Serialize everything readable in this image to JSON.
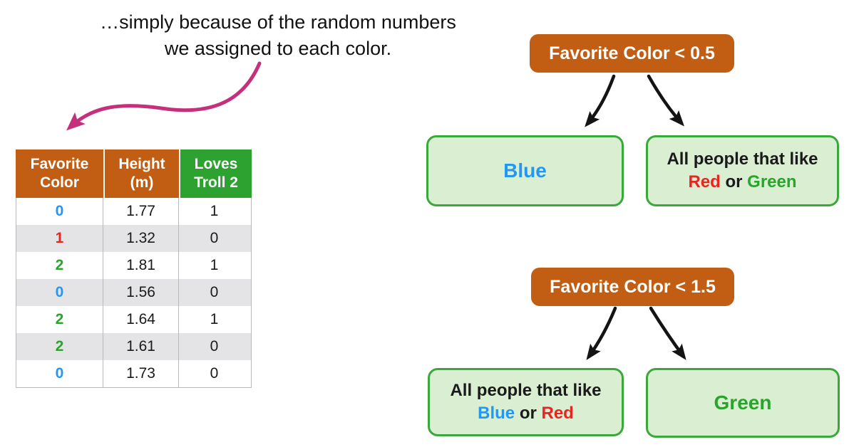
{
  "caption": {
    "line1": "…simply because of the random numbers",
    "line2": "we assigned to each color."
  },
  "table": {
    "headers": [
      {
        "label": "Favorite Color",
        "bg": "orange"
      },
      {
        "label": "Height (m)",
        "bg": "orange"
      },
      {
        "label": "Loves Troll 2",
        "bg": "green"
      }
    ],
    "rows": [
      {
        "favorite_color": "0",
        "color_name": "blue",
        "height_m": "1.77",
        "loves_troll_2": "1"
      },
      {
        "favorite_color": "1",
        "color_name": "red",
        "height_m": "1.32",
        "loves_troll_2": "0"
      },
      {
        "favorite_color": "2",
        "color_name": "green",
        "height_m": "1.81",
        "loves_troll_2": "1"
      },
      {
        "favorite_color": "0",
        "color_name": "blue",
        "height_m": "1.56",
        "loves_troll_2": "0"
      },
      {
        "favorite_color": "2",
        "color_name": "green",
        "height_m": "1.64",
        "loves_troll_2": "1"
      },
      {
        "favorite_color": "2",
        "color_name": "green",
        "height_m": "1.61",
        "loves_troll_2": "0"
      },
      {
        "favorite_color": "0",
        "color_name": "blue",
        "height_m": "1.73",
        "loves_troll_2": "0"
      }
    ]
  },
  "trees": [
    {
      "root_label": "Favorite Color < 0.5",
      "leaves": [
        {
          "lines": [
            [
              {
                "text": "Blue",
                "color": "blue"
              }
            ]
          ]
        },
        {
          "lines": [
            [
              {
                "text": "All people that like",
                "color": "black"
              }
            ],
            [
              {
                "text": "Red",
                "color": "red"
              },
              {
                "text": " or ",
                "color": "black"
              },
              {
                "text": "Green",
                "color": "green"
              }
            ]
          ]
        }
      ]
    },
    {
      "root_label": "Favorite Color < 1.5",
      "leaves": [
        {
          "lines": [
            [
              {
                "text": "All people that like",
                "color": "black"
              }
            ],
            [
              {
                "text": "Blue",
                "color": "blue"
              },
              {
                "text": " or ",
                "color": "black"
              },
              {
                "text": "Red",
                "color": "red"
              }
            ]
          ]
        },
        {
          "lines": [
            [
              {
                "text": "Green",
                "color": "green"
              }
            ]
          ]
        }
      ]
    }
  ],
  "colors": {
    "orange": "#c25e14",
    "header_green": "#2da230",
    "leaf_bg": "#daeed2",
    "leaf_border": "#3aa83a",
    "blue": "#2297f4",
    "red": "#e92421",
    "green": "#28a52a",
    "black": "#1a1a1a",
    "pink_arrow": "#c5307c",
    "row_stripe": "#e4e4e6"
  }
}
